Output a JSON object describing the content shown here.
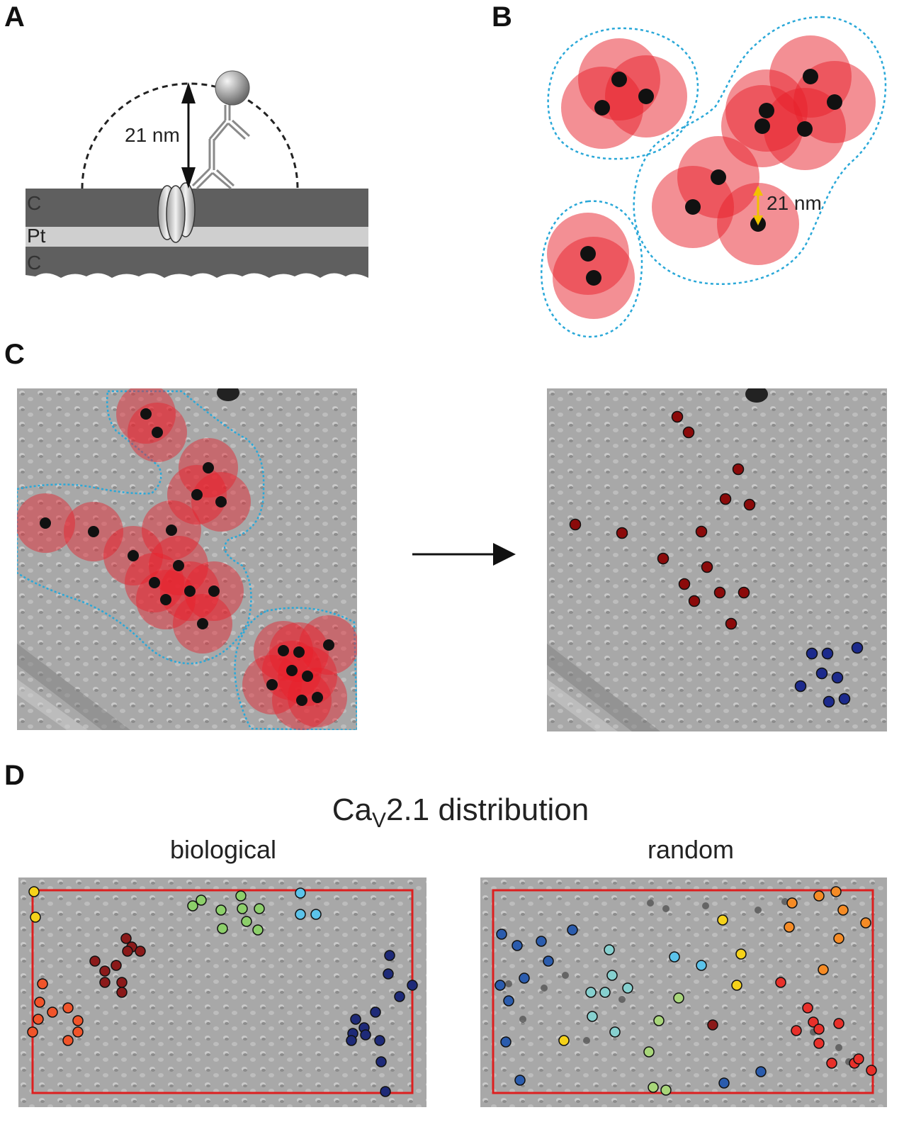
{
  "panels": {
    "a": {
      "letter": "A",
      "distance_label": "21 nm",
      "layers": [
        "C",
        "Pt",
        "C"
      ]
    },
    "b": {
      "letter": "B",
      "distance_label": "21 nm"
    },
    "c": {
      "letter": "C"
    },
    "d": {
      "letter": "D",
      "title_main": "Ca",
      "title_sub": "V",
      "title_rest": "2.1 distribution",
      "left_label": "biological",
      "right_label": "random"
    }
  },
  "colors": {
    "cluster_red": "#e8202a",
    "outline_blue": "#2aa8d8",
    "dot_black": "#111111",
    "cluster_darkred": "#8b0a0a",
    "cluster_navy": "#1c2a8c",
    "frame_red": "#dd1f1f",
    "arrow_yellow": "#f2c200"
  }
}
